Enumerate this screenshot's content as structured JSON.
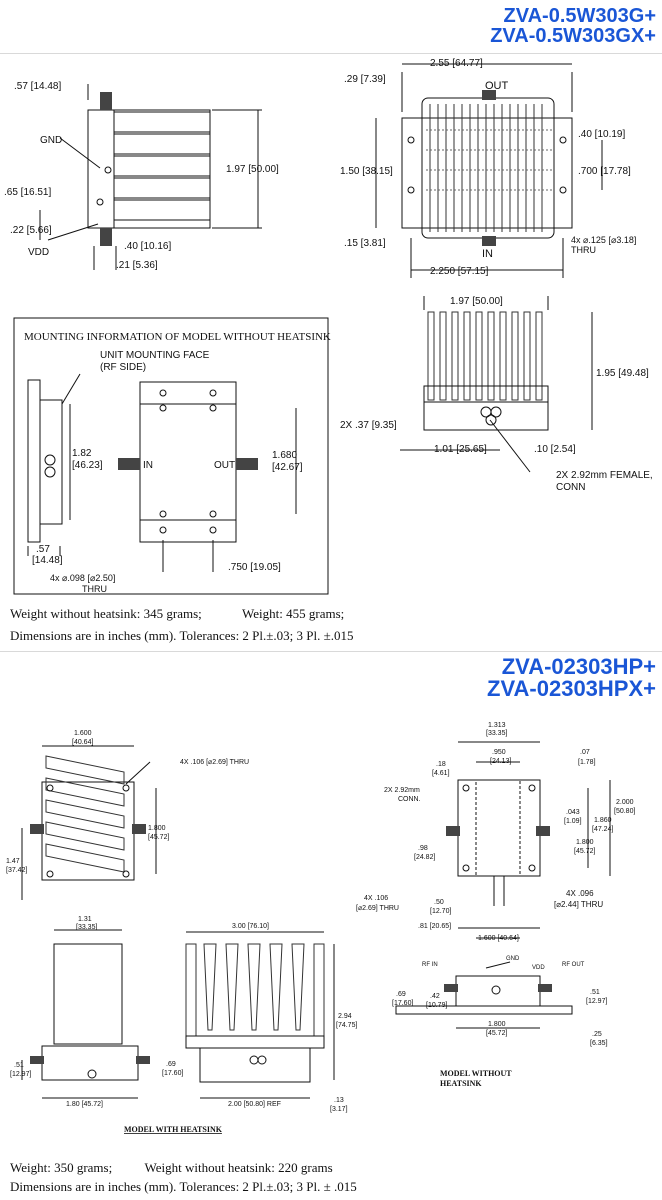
{
  "section1": {
    "title_line1": "ZVA-0.5W303G+",
    "title_line2": "ZVA-0.5W303GX+",
    "side_view": {
      "dim_top": ".57 [14.48]",
      "gnd_label": "GND",
      "dim_height": "1.97 [50.00]",
      "dim_mid": ".65 [16.51]",
      "dim_low": ".22 [5.66]",
      "vdd_label": "VDD",
      "dim_bottom1": ".40 [10.16]",
      "dim_bottom2": ".21 [5.36]"
    },
    "top_view": {
      "dim_width": "2.55 [64.77]",
      "dim_corner": ".29 [7.39]",
      "out_label": "OUT",
      "dim_right1": ".40 [10.19]",
      "dim_left": "1.50 [38.15]",
      "dim_right2": ".700 [17.78]",
      "dim_bottom_left": ".15 [3.81]",
      "in_label": "IN",
      "hole_note_line1": "4x ⌀.125 [⌀3.18]",
      "hole_note_line2": "THRU",
      "dim_base": "2.250 [57.15]"
    },
    "mounting": {
      "header": "MOUNTING INFORMATION OF MODEL WITHOUT HEATSINK",
      "face_label_line1": "UNIT MOUNTING FACE",
      "face_label_line2": "(RF SIDE)",
      "dim_left_a": "1.82",
      "dim_left_b": "[46.23]",
      "in_label": "IN",
      "out_label": "OUT",
      "dim_right_a": "1.680",
      "dim_right_b": "[42.67]",
      "dim_bottom_left_a": ".57",
      "dim_bottom_left_b": "[14.48]",
      "hole_note_line1": "4x ⌀.098 [⌀2.50]",
      "hole_note_line2": "THRU",
      "dim_bottom_right": ".750 [19.05]"
    },
    "heatsink_front": {
      "dim_width": "1.97 [50.00]",
      "dim_height": "1.95 [49.48]",
      "dim_left": "2X .37 [9.35]",
      "dim_bottom1": "1.01 [25.65]",
      "dim_bottom2": ".10 [2.54]",
      "conn_note_line1": "2X 2.92mm FEMALE,",
      "conn_note_line2": "CONN"
    },
    "notes": {
      "weight_without": "Weight without heatsink: 345 grams;",
      "weight": "Weight: 455 grams;",
      "dimensions": "Dimensions are in inches (mm). Tolerances: 2 Pl.±.03;  3 Pl. ±.015"
    }
  },
  "section2": {
    "title_line1": "ZVA-02303HP+",
    "title_line2": "ZVA-02303HPX+",
    "top_view": {
      "dim_width_a": "1.600",
      "dim_width_b": "[40.64]",
      "hole_note": "4X .106 [⌀2.69] THRU",
      "dim_right_a": "1.800",
      "dim_right_b": "[45.72]",
      "dim_left_a": "1.47",
      "dim_left_b": "[37.42]"
    },
    "side_view": {
      "dim_width_a": "1.31",
      "dim_width_b": "[33.35]",
      "dim_left_a": ".51",
      "dim_left_b": "[12.97]",
      "dim_bottom": "1.80 [45.72]"
    },
    "heatsink_view": {
      "dim_width": "3.00 [76.10]",
      "dim_height_a": "2.94",
      "dim_height_b": "[74.75]",
      "dim_left_a": ".69",
      "dim_left_b": "[17.60]",
      "dim_bottom": "2.00 [50.80] REF",
      "dim_corner_a": ".13",
      "dim_corner_b": "[3.17]",
      "caption": "MODEL WITH HEATSINK"
    },
    "right_view": {
      "dim_top_a": "1.313",
      "dim_top_b": "[33.35]",
      "dim_inner_a": ".950",
      "dim_inner_b": "[24.13]",
      "dim_tl_a": ".18",
      "dim_tl_b": "[4.61]",
      "dim_tr_a": ".07",
      "dim_tr_b": "[1.78]",
      "conn_note_a": "2X 2.92mm",
      "conn_note_b": "CONN.",
      "dim_r1_a": ".043",
      "dim_r1_b": "[1.09]",
      "dim_r2_a": "1.860",
      "dim_r2_b": "[47.24]",
      "dim_r3_a": "2.000",
      "dim_r3_b": "[50.80]",
      "dim_r4_a": "1.800",
      "dim_r4_b": "[45.72]",
      "dim_l_a": ".98",
      "dim_l_b": "[24.82]",
      "hole_note_a_1": "4X .106",
      "hole_note_a_2": "[⌀2.69] THRU",
      "dim_c_a": ".50",
      "dim_c_b": "[12.70]",
      "hole_note_b_1": "4X .096",
      "hole_note_b_2": "[⌀2.44] THRU",
      "dim_b1": ".81 [20.65]",
      "dim_b2": "1.600 [40.64]"
    },
    "bottom_right": {
      "gnd_label": "GND",
      "rf_in": "RF IN",
      "vdd_label": "VDD",
      "rf_out": "RF OUT",
      "dim_l1_a": ".69",
      "dim_l1_b": "[17.60]",
      "dim_l2_a": ".42",
      "dim_l2_b": "[10.79]",
      "dim_r1_a": ".51",
      "dim_r1_b": "[12.97]",
      "dim_b_a": "1.800",
      "dim_b_b": "[45.72]",
      "dim_br_a": ".25",
      "dim_br_b": "[6.35]",
      "caption_1": "MODEL WITHOUT",
      "caption_2": "HEATSINK"
    },
    "notes": {
      "weight": "Weight: 350 grams;",
      "weight_without": "Weight without heatsink: 220 grams",
      "dimensions": "Dimensions are in inches (mm). Tolerances: 2 Pl.±.03;  3 Pl. ± .015"
    }
  }
}
